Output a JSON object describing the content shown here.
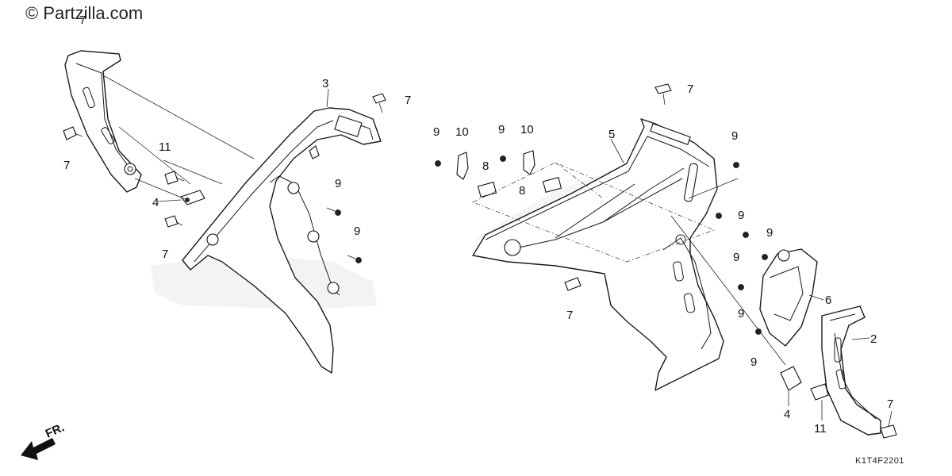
{
  "watermark": "© Partzilla.com",
  "diagram_code": "K1T4F2201",
  "direction_label": "FR.",
  "callouts": {
    "p3": "3",
    "p5": "5",
    "p6": "6",
    "p2": "2",
    "p7_a": "7",
    "p7_b": "7",
    "p7_c": "7",
    "p7_d": "7",
    "p7_e": "7",
    "p7_f": "7",
    "p7_g": "7",
    "p11_a": "11",
    "p11_b": "11",
    "p4_a": "4",
    "p4_b": "4",
    "p9_a": "9",
    "p9_b": "9",
    "p9_c": "9",
    "p9_d": "9",
    "p9_e": "9",
    "p9_f": "9",
    "p9_g": "9",
    "p9_h": "9",
    "p9_i": "9",
    "p9_j": "9",
    "p10_a": "10",
    "p10_b": "10",
    "p8_a": "8",
    "p8_b": "8"
  }
}
